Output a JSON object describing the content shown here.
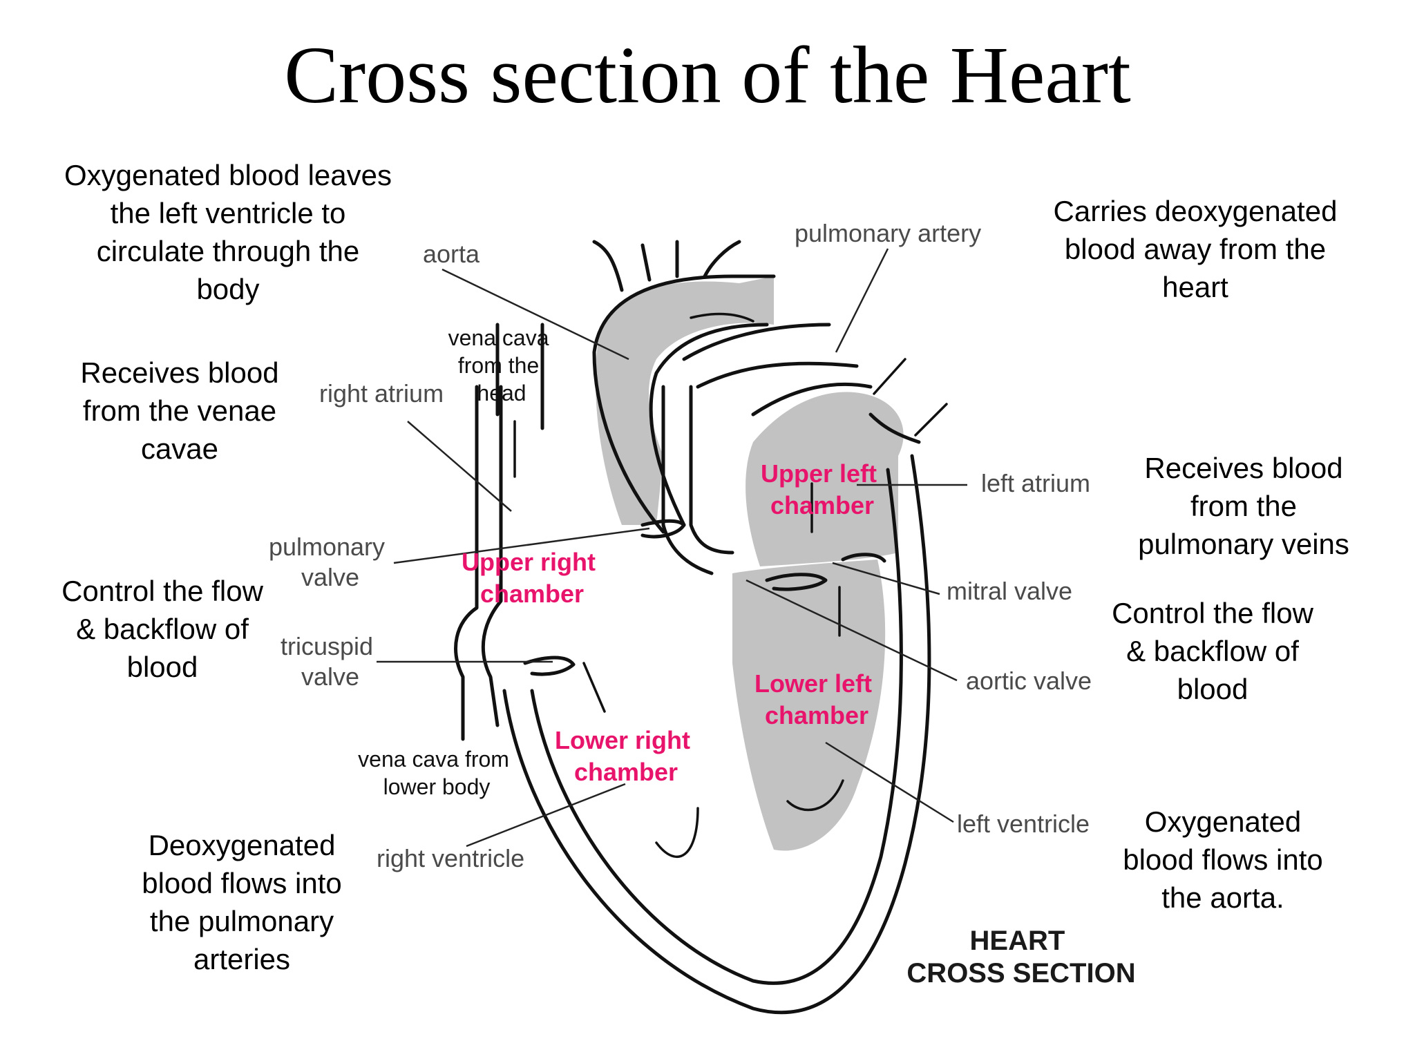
{
  "title": "Cross section of the Heart",
  "notes": {
    "left_1": "Oxygenated blood leaves\nthe left ventricle to\ncirculate through the\nbody",
    "left_2": "Receives blood\nfrom the venae\ncavae",
    "left_3": "Control the flow\n& backflow of\nblood",
    "left_4": "Deoxygenated\nblood flows into\nthe pulmonary\narteries",
    "right_1": "Carries deoxygenated\nblood away from the\nheart",
    "right_2": "Receives blood\nfrom the\npulmonary veins",
    "right_3": "Control the flow\n& backflow of\nblood",
    "right_4": "Oxygenated\nblood flows into\nthe aorta."
  },
  "labels": {
    "aorta": "aorta",
    "pulmonary_artery": "pulmonary artery",
    "vena_cava_head": [
      "vena cava",
      "from the",
      "head"
    ],
    "right_atrium": "right atrium",
    "left_atrium": "left atrium",
    "pulmonary_valve": [
      "pulmonary",
      "valve"
    ],
    "tricuspid_valve": [
      "tricuspid",
      "valve"
    ],
    "mitral_valve": "mitral valve",
    "aortic_valve": "aortic valve",
    "vena_cava_lower": [
      "vena cava from",
      "lower body"
    ],
    "right_ventricle": "right ventricle",
    "left_ventricle": "left ventricle"
  },
  "chambers": {
    "upper_left": [
      "Upper left",
      "chamber"
    ],
    "upper_right": [
      "Upper right",
      "chamber"
    ],
    "lower_left": [
      "Lower left",
      "chamber"
    ],
    "lower_right": [
      "Lower right",
      "chamber"
    ]
  },
  "caption": [
    "HEART",
    "CROSS SECTION"
  ],
  "colors": {
    "chamber_label": "#e8146b",
    "oxygenated_fill": "#c2c2c2",
    "outline": "#111111"
  }
}
